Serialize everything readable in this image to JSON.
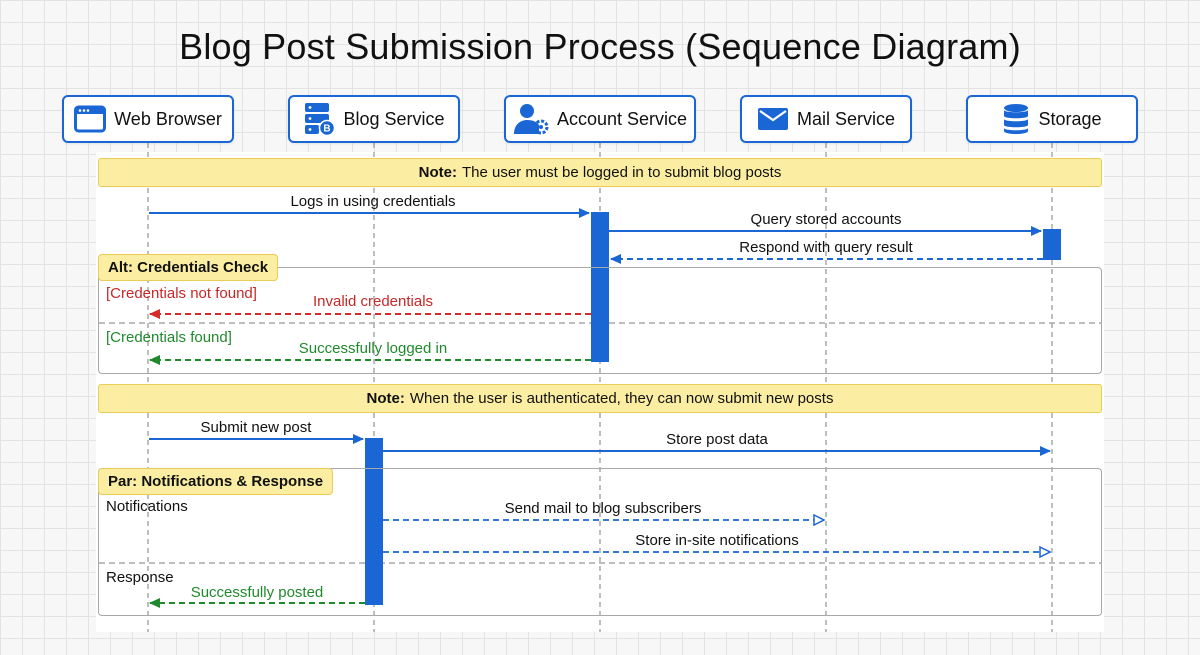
{
  "title": "Blog Post Submission Process (Sequence Diagram)",
  "actors": [
    {
      "label": "Web Browser",
      "icon": "browser-window-icon"
    },
    {
      "label": "Blog Service",
      "icon": "server-icon"
    },
    {
      "label": "Account Service",
      "icon": "user-settings-icon"
    },
    {
      "label": "Mail Service",
      "icon": "envelope-icon"
    },
    {
      "label": "Storage",
      "icon": "database-icon"
    }
  ],
  "notes": [
    {
      "bold": "Note:",
      "text": "The user must be logged in to submit blog posts"
    },
    {
      "bold": "Note:",
      "text": "When the user is authenticated, they can now submit new posts"
    }
  ],
  "frames": {
    "alt": {
      "tag": "Alt: Credentials Check",
      "guard_1": "[Credentials not found]",
      "guard_2": "[Credentials found]"
    },
    "par": {
      "tag": "Par: Notifications & Response",
      "section_1": "Notifications",
      "section_2": "Response"
    }
  },
  "messages": {
    "login": "Logs in using credentials",
    "query": "Query stored accounts",
    "query_result": "Respond with query result",
    "invalid": "Invalid credentials",
    "logged_in": "Successfully logged in",
    "submit": "Submit new post",
    "store_post": "Store post data",
    "send_mail": "Send mail to blog subscribers",
    "store_notif": "Store in-site notifications",
    "posted": "Successfully posted"
  },
  "colors": {
    "accent": "#1a66d4",
    "note_fill": "#fbeea2",
    "error": "#c62828",
    "success": "#1f8a2c"
  }
}
